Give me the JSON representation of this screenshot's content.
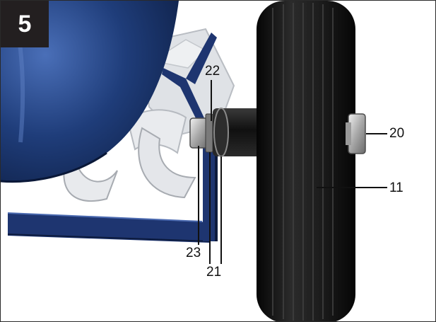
{
  "figure": {
    "number": "5",
    "callouts": {
      "c22": "22",
      "c20": "20",
      "c11": "11",
      "c23": "23",
      "c21": "21"
    }
  },
  "colors": {
    "tank_blue": "#1f3d7a",
    "frame_blue": "#1e3570",
    "tire_black": "#1a1a1a",
    "bracket_white": "#e6e8ec",
    "badge_bg": "#231f20"
  }
}
